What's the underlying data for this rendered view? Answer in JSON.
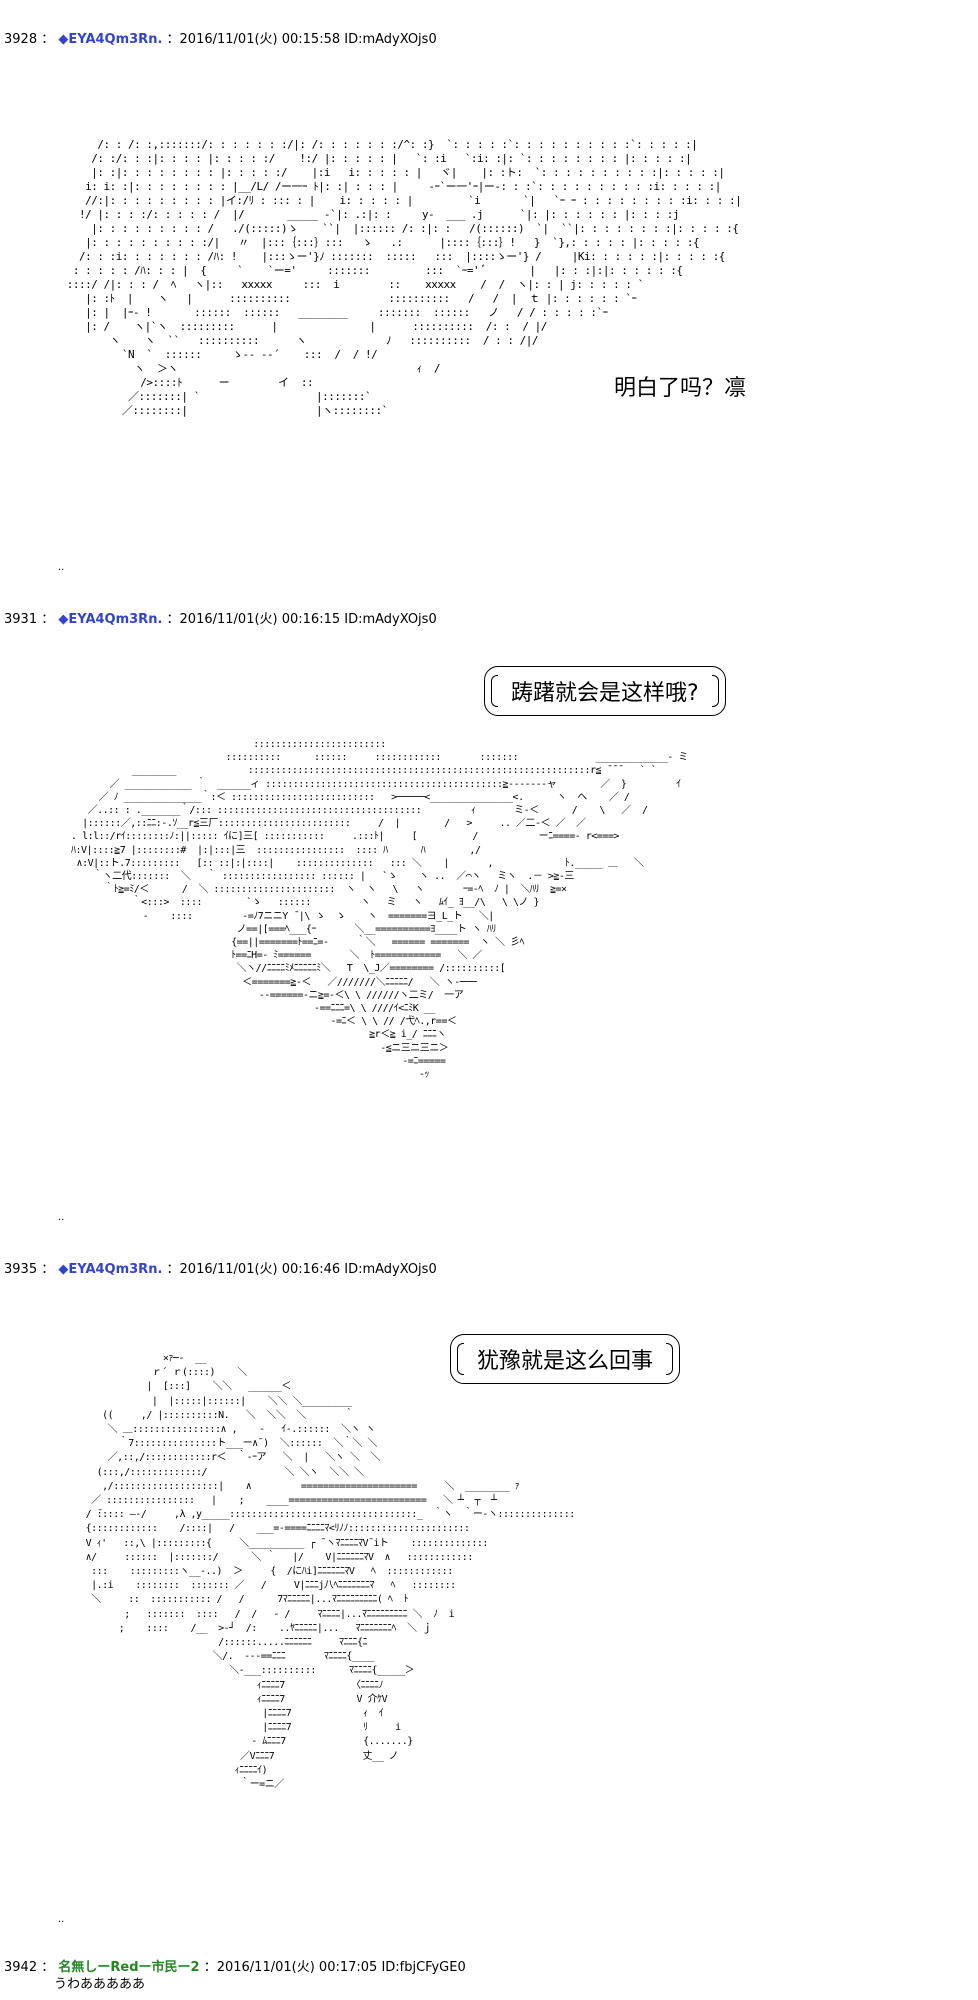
{
  "posts": [
    {
      "num": "3928",
      "sep": "：",
      "name": "◆EYA4Qm3Rn.",
      "meta": "：2016/11/01(火) 00:15:58 ID:mAdyXOjs0",
      "speech": "明白了吗？凛",
      "dots": "..",
      "art": "           /: : /: :,:::::::/: : : : : : :/|: /: : : : : : :/^: :}  `: : : : :`: : : : : : : : : :`: : : : :|\n          /: :/: : :|: : : : |: : : : :/    !:/ |: : : : : |   `: :i   `:i: :|: `: : : : : : : : |: : : : :|\n          |: :|: : : : : : : : |: : : : :/    |:i   i: : : : : |   ヾ|    |: :ト:  `: : : : : : : : : :|: : : : :|\n         i: i: :|: : : : : : : : |__/L/ /ー一ｰ ﾄ|: :| : : : |     -ｰ`ー一'ｰ|ー-: : :`: : : : : : : : : :i: : : : :|\n         //:|: : : : : : : : : |イ:/ﾘ : ::: : |    i: : : : : |         `i       `|   `ｰ ｰ : : : : : : : : :i: : : :|\n        !/ |: : : :/: : : : : /  |/       _____ -`|: .:|: :     y-  ___ .j      `|: |: : : : : : |: : : :j\n          |: : : : : : : : : /   ./(:::::)ゝ    ``|  |:::::: /: :|: :   /(::::::)  `|  ``|: : : : : : : :|: : : : :{\n         |: : : : : : : : : :/|   〃  |:::｛:::｝:::   ゝ   .:      |::::｛:::｝!   }  `},: : : : : |: : : : :{\n        /: : :i: : : : : : : /ﾊ: !    |:::ゝー'}ﾉ :::::::  :::::   :::  |::::ゝー'} /     |Ki: : : : : :|: : : : :{\n       : : : : : /ﾊ: : : |  {     `    `ー='     :::::::         :::  `ｰ=' ﾞ       |   |: : :|:|: : : : : :{\n      ::::/ /|: : : /  ﾍ   ヽ|::   xxxxx     :::  i        ::    xxxxx    /  /  ヽ|: : | j: : : : : `\n         |: :ﾄ  |    ヽ   |      ::::::::::                ::::::::::   /   /  |  ｔ |: : : : : : `ｰ\n         |: |  |ｰ- !       ::::::  ::::::   ________     :::::::  ::::::   ノ   / / : : : : :`ｰ\n         |: /    ヽ|`ヽ  :::::::::      |               |      ::::::::::  /: :  / |/\n             ヽ    ヽ  ``   ::::::::::      ヽ             ﾉ   ::::::::::  / : : /|/\n               `N  `  ::::::     ゝ-- --´    :::  /  / !/\n                 ヽ  ＞ヽ                                       ｨ  /\n                  />::::ﾄ      ー        イ  ::\n                ／:::::::| `                   |:::::::`\n               ／::::::::|                     |ヽ::::::::`"
    },
    {
      "num": "3931",
      "sep": "：",
      "name": "◆EYA4Qm3Rn.",
      "meta": "：2016/11/01(火) 00:16:15 ID:mAdyXOjs0",
      "speech": "踌躇就会是这样哦?",
      "dots": "..",
      "art": "                                   ::::::::::::::::::::::::\n                              ::::::::::      ::::::     ::::::::::::       :::::::              _____________- ミ\n             ________             ::::::::::::::::::::::::::::::::::::::::::::::::::::::::::::::r≦ ̄ ̄ ̄    ` `\n         ／ ____________ ｀  ______ィ :::::::::::::::::::::::::::::::::::::::::::≧-------ャ        ／  }         ｲ\n       ／ ﾉ ______________｀:＜ ::::::::::::::::::::::::::   >─────<_______________<.      ヽ  ヘ    ／ /\n     ／..:: : ._______｀/::: :::::::::::::::::::::::::::::::::::::         ｨ       ミ-＜      /    \\   ／  /\n    |::::::／,::ﾆﾆ:-.ｿ__r≦三厂::::::::::::::::::::::::     /  |        /   >     .. ／二-＜ ／  ／\n  . l:l::/rｲ::::::::ﾉ:||::::: ｲに]三[ :::::::::::     .:::ﾄ|     [          /           ーﾆ====- r<===>\n  ﾊ:V|::::≧7 |::::::::#  |:|:::|三  ::::::::::::::::  :::: ﾊ      ﾊ        ,/\n   ∧:V|::ト.7:::::::::   [:: ::|:|::::|    ::::::::::::::   ::: ＼    |       ,             ﾄ._____ ＿   ＼\n      ｀ヽ二代:::::::  ＼   ｀ ::::::::::::::::: :::::: |   `ゝ    ヽ ..  ／⌒ヽ   ミヽ  .－ >≧-三\n        ｀ﾄ≧=ﾐ/＜      /  ＼ ::::::::::::::::::::::  ヽ  ヽ   \\   ヽ       ｰ=-ﾍ  ﾉ |  ＼ﾊﾘ  ≧=×\n             ｀<:::>  ::::        `ゝ   ::::::         ヽ   ミ   ヽ   ﾑｲ_ ﾖ__/\\   \\ \\ノ }\n               ‐    ::::         -=ﾉ7ニニY ̄ |\\ ゝ  ゝ    ヽ  =======ヨ_L_ト   ＼|\n                                ノ==|[===ﾍ___{ｰ       ＼__==========ﾖ____ト ヽ ﾊﾘ\n                               {==||=======ﾄ==ﾆ=-     ｀＼   ====== =======  ヽ ＼ 彡ﾍ\n                               ﾄ==ﾆH=- ﾐ======       ＼  ﾄ============   ＼ ／\n                                ＼ヽ//ﾆﾆﾆﾆﾐﾒﾆﾆﾆﾆﾆﾐ＼   T  \\_J／======== /::::::::::[\n                                 ＜=======≧-＜   ／///////＼ﾆﾆﾆﾆﾆ/   ＼ ヽ-───\n                                    ‐-======-ニ≧=-＜\\ \\ //////ヽ二ミ/  一ア\n                                              ‐==ﾆﾆﾆ=\\ \\ ////ｲ<ﾆﾐK __\n                                                 ‐=ﾆ＜ \\ \\ // /弋ﾍ.,r==＜\n                                                        ≧r＜≧ i_/ ﾆﾆﾆヽ\n                                                          ‐≦ニ三ニ三ニ＞\n                                                              ‐=ﾆ=====\n                                                                 ‐ｯ"
    },
    {
      "num": "3935",
      "sep": "：",
      "name": "◆EYA4Qm3Rn.",
      "meta": "：2016/11/01(火) 00:16:46 ID:mAdyXOjs0",
      "speech": "犹豫就是这么回事",
      "dots": "..",
      "art": "                   ×ｧ─-  __\n                 ｒ´ ｒ(::::)    ＼\n                |  [:::]    ＼＼   ______＜\n                 |  |:::::|::::::|    ＼＼ ＼_________\n        ((     ,/ |::::::::::N.   ＼  ＼＼  ＼       ｀\n         ＼ ＿::::::::::::::::∧ ,    -   ｲ-.::::::  ＼ヽ ヽ\n           ｀7:::::::::::::::ト___ー∧¯)  ＼::::::  ＼｀＼ ＼\n         ／,::,/::::::::::::r＜  ｀-ｰア   ＼  |   ＼ヽ ＼  ＼\n       (:::,/:::::::::::::/              ＼ ＼ヽ  ＼＼ ＼\n        ,/:::::::::::::::::::|    ∧         =====================     ＼  ________ ｧ\n      ／ ::::::::::::::::   |    ;    ____=========================   ＼ ┴  ┬  ┴\n     / ̄::::: ―‐/     ,λ ,y_____::::::::::::::::::::::::::::::::::_  ｀ヽ  ｀ー-ヽ::::::::::::::\n     {::::::::::::    /::::|   /    ___=-====ﾆﾆﾆﾆﾏ<ﾘﾉﾉ::::::::::::::::::::::\n     V ｨ'   ::,\\ |:::::::::{     ＼__________ ┌ ¯ヽﾏﾆﾆﾆﾆﾏV¯iト    ::::::::::::::\n     ∧/     ::::::  |:::::::/      ＼ ｀   |/    V|ﾆﾆﾆﾆﾆﾆﾏV  ∧   ::::::::::::\n      :::    :::::::::ヽ__-..)  ＞     {  /にﾊi]ﾆﾆﾆﾆﾆﾆﾏV   ﾍ  ::::::::::::\n      |.:i    ::::::::  ::::::: ／   /     V|ﾆﾆﾆj八ﾍﾆﾆﾆﾆﾆﾆﾆﾏ   ﾍ   ::::::::\n      ＼     ::  ::::::::::: /   /      7ﾏﾆﾆﾆﾆﾆ|...ﾏﾆﾆﾆﾆﾆﾆﾆﾆﾆ( ﾍ  ﾄ\n            ;   :::::::  ::::   /  /   ‐ /     ﾏﾆﾆﾆﾆ|...ﾏﾆﾆﾆﾆﾆﾆﾆﾆﾆ ＼  ﾉ  i\n           ;    ::::    /__  >-┘  /:    ..ﾔﾆﾆﾆﾆﾆ|...   ﾏﾆﾆﾆﾆﾆﾆﾆﾍ  ＼ ｊ\n                             /::::::.....ﾆﾆﾆﾆﾆﾆ     ﾏﾆﾆﾆ{ﾆ\n                            ＼/.  ---==ﾆﾆﾆ       ﾏﾆﾆﾆﾆ{____\n                               ＼-___::::::::::      ﾏﾆﾆﾆﾆ{_____＞\n                                    ｨﾆﾆﾆﾆ7            〈ﾆﾆﾆﾆﾉ\n                                    ｨﾆﾆﾆﾆ7             V 介ｹV\n                                     |ﾆﾆﾆﾆ7             ｨ  ｲ\n                                     |ﾆﾆﾆﾆ7             ﾘ     i\n                                   ‐ ﾑﾆﾆﾆ7              {.......}\n                                 ／Vﾆﾆﾆ7                丈__ ノ\n                                ｨﾆﾆﾆﾆｲ)\n                                 ｀ー=ニ／"
    },
    {
      "num": "3942",
      "sep": "：",
      "name": "名無しーRedー市民ー2",
      "meta": "：2016/11/01(火) 00:17:05 ID:fbjCFyGE0",
      "body": "うわあああああ"
    }
  ]
}
